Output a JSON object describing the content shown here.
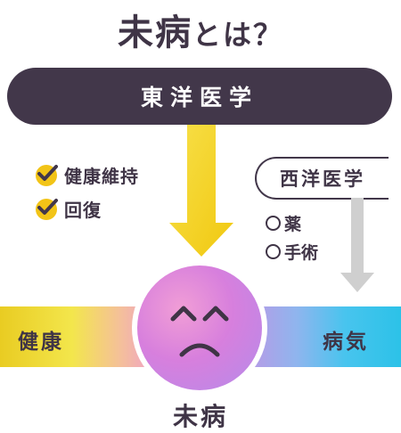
{
  "title": {
    "main": "未病",
    "suffix": "とは？"
  },
  "eastern_medicine": {
    "label": "東洋医学",
    "benefits": [
      "健康維持",
      "回復"
    ]
  },
  "western_medicine": {
    "label": "西洋医学",
    "methods": [
      "薬",
      "手術"
    ]
  },
  "spectrum": {
    "left_label": "健康",
    "right_label": "病気"
  },
  "center_label": "未病",
  "colors": {
    "dark": "#42374a",
    "check_yellow": "#f2c417",
    "arrow_yellow": "#f3d21f",
    "arrow_grey": "#cfcfcf"
  }
}
